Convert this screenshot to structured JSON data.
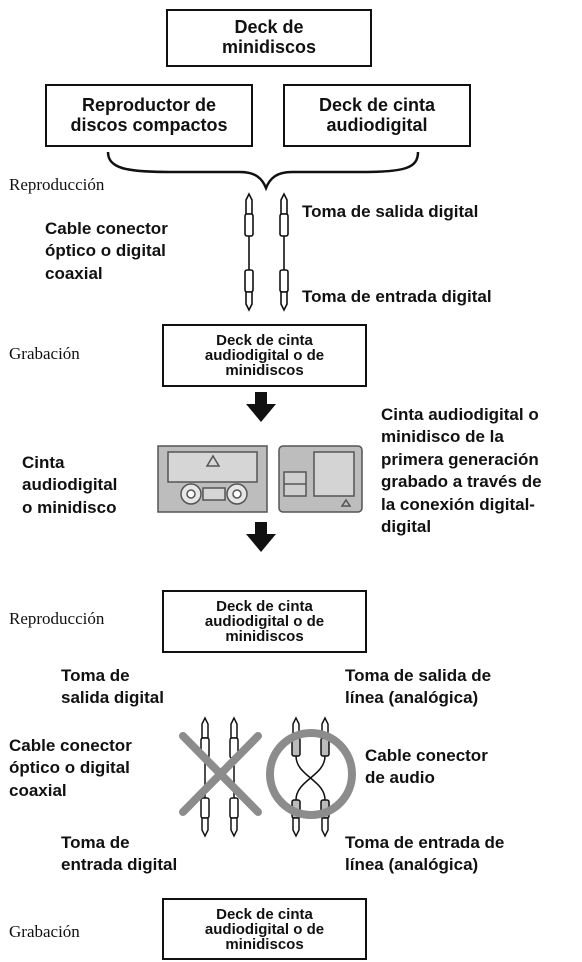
{
  "top_box": {
    "line1": "Deck de",
    "line2": "minidiscos"
  },
  "source_left": {
    "line1": "Reproductor de",
    "line2": "discos compactos"
  },
  "source_right": {
    "line1": "Deck de cinta",
    "line2": "audiodigital"
  },
  "stage1": {
    "playback_label": "Reproducción",
    "cable_label": [
      "Cable conector",
      "óptico o digital",
      "coaxial"
    ],
    "out_jack": "Toma de salida digital",
    "in_jack": "Toma de entrada digital",
    "record_label": "Grabación",
    "record_box": [
      "Deck de cinta",
      "audiodigital o de",
      "minidiscos"
    ]
  },
  "media": {
    "left_label": [
      "Cinta",
      "audiodigital",
      "o minidisco"
    ],
    "right_label": [
      "Cinta audiodigital o",
      "minidisco de la",
      "primera generación",
      "grabado a través de",
      "la conexión digital-",
      "digital"
    ]
  },
  "stage2": {
    "playback_label": "Reproducción",
    "playback_box": [
      "Deck de cinta",
      "audiodigital o de",
      "minidiscos"
    ],
    "left_out": [
      "Toma de",
      "salida digital"
    ],
    "left_cable": [
      "Cable conector",
      "óptico o digital",
      "coaxial"
    ],
    "left_in": [
      "Toma de",
      "entrada digital"
    ],
    "right_out": [
      "Toma de salida de",
      "línea (analógica)"
    ],
    "right_cable": [
      "Cable conector",
      "de audio"
    ],
    "right_in": [
      "Toma de entrada de",
      "línea (analógica)"
    ],
    "record_label": "Grabación",
    "record_box": [
      "Deck de cinta",
      "audiodigital o de",
      "minidiscos"
    ]
  },
  "colors": {
    "line": "#111111",
    "gray_mark": "#8c8c8c",
    "cassette": "#bdbdbd"
  }
}
